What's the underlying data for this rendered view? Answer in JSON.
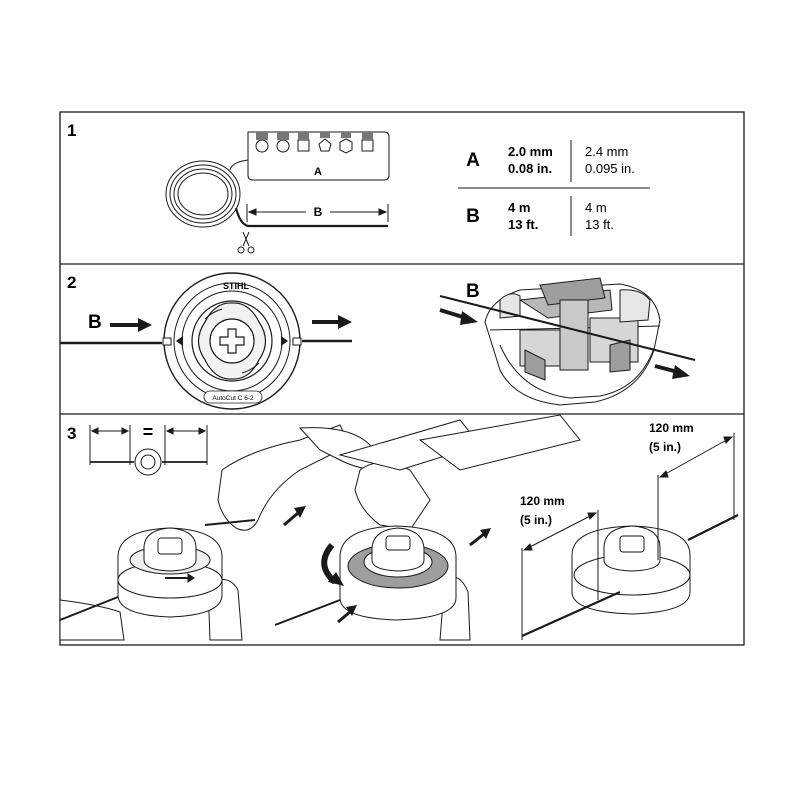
{
  "steps": [
    {
      "number": "1"
    },
    {
      "number": "2"
    },
    {
      "number": "3"
    }
  ],
  "panel1": {
    "diagram_label_a": "A",
    "diagram_label_b": "B",
    "table": {
      "rows": [
        {
          "key": "A",
          "primary": [
            "2.0 mm",
            "0.08 in."
          ],
          "alt": [
            "2.4 mm",
            "0.095 in."
          ]
        },
        {
          "key": "B",
          "primary": [
            "4 m",
            "13 ft."
          ],
          "alt": [
            "4 m",
            "13 ft."
          ]
        }
      ]
    }
  },
  "panel2": {
    "label_b_left": "B",
    "label_b_right": "B",
    "brand": "STIHL",
    "model": "AutoCut C 6-2"
  },
  "panel3": {
    "equals": "=",
    "dim_near": [
      "120 mm",
      "(5 in.)"
    ],
    "dim_far": [
      "120 mm",
      "(5 in.)"
    ]
  },
  "colors": {
    "line": "#1a1a1a",
    "gray_fill": "#c9c9c9",
    "dark_gray": "#7a7a7a",
    "light_gray": "#e6e6e6"
  }
}
